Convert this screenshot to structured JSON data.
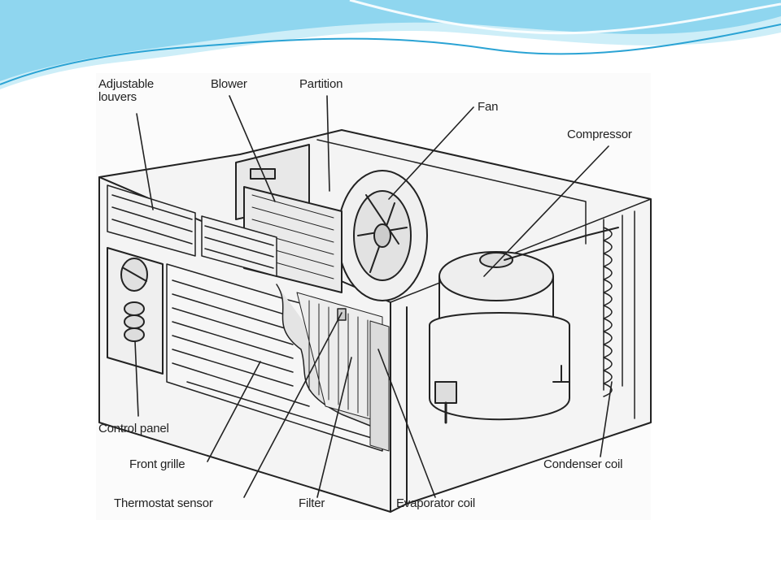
{
  "colors": {
    "header_wave_light": "#cdeef8",
    "header_wave_mid": "#7fd0ec",
    "header_wave_dark": "#2aa3d4",
    "line_art": "#222222"
  },
  "labels": {
    "adjustable_louvers": "Adjustable\nlouvers",
    "blower": "Blower",
    "partition": "Partition",
    "fan": "Fan",
    "compressor": "Compressor",
    "control_panel": "Control panel",
    "front_grille": "Front grille",
    "thermostat_sensor": "Thermostat sensor",
    "filter": "Filter",
    "evaporator_coil": "Evaporator coil",
    "condenser_coil": "Condenser coil"
  }
}
